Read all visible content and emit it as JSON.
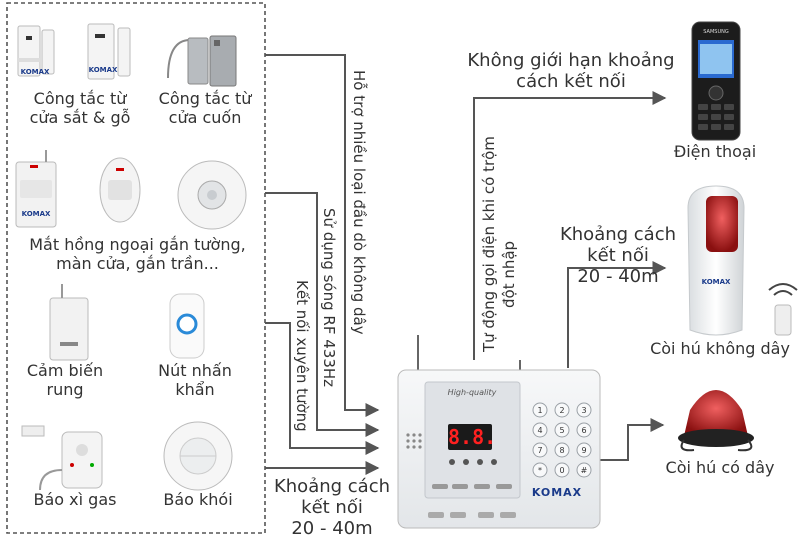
{
  "sensors": [
    {
      "id": "door-switch",
      "label": [
        "Công tắc từ",
        "cửa sắt & gỗ"
      ]
    },
    {
      "id": "shutter-switch",
      "label": [
        "Công tắc từ",
        "cửa cuốn"
      ]
    },
    {
      "id": "pir",
      "label": [
        "Mắt hồng ngoại gắn tường,",
        "màn cửa, gắn trần..."
      ]
    },
    {
      "id": "vibration",
      "label": [
        "Cảm biến",
        "rung"
      ]
    },
    {
      "id": "panic",
      "label": [
        "Nút nhấn",
        "khẩn"
      ]
    },
    {
      "id": "gas",
      "label": [
        "Báo xì gas"
      ]
    },
    {
      "id": "smoke",
      "label": [
        "Báo khói"
      ]
    }
  ],
  "features": {
    "multi": "Hỗ trợ nhiều loại đầu dò không dây",
    "rf": "Sử dụng sóng RF 433Hz",
    "wall": "Kết nối xuyên tường",
    "autocall": [
      "Tự động gọi điện khi có trộm",
      "đột nhập"
    ]
  },
  "range_bottom": [
    "Khoảng cách",
    "kết nối",
    "20 - 40m"
  ],
  "range_siren": [
    "Khoảng cách",
    "kết nối",
    "20 - 40m"
  ],
  "phone_range": [
    "Không giới hạn khoảng",
    "cách kết nối"
  ],
  "outputs": {
    "phone": "Điện thoại",
    "wireless_siren": "Còi hú không dây",
    "wired_siren": "Còi hú có dây"
  },
  "panel": {
    "brand": "KOMAX",
    "quality": "High-quality",
    "display": "8.8.",
    "keys": [
      "1",
      "2",
      "3",
      "4",
      "5",
      "6",
      "7",
      "8",
      "9",
      "*",
      "0",
      "#"
    ]
  },
  "device_brand": "KOMAX",
  "phone_brand": "SAMSUNG",
  "colors": {
    "arrow": "#555555",
    "display_red": "#ff2020",
    "siren_red": "#c0282b",
    "panel": "#eef0f2"
  }
}
